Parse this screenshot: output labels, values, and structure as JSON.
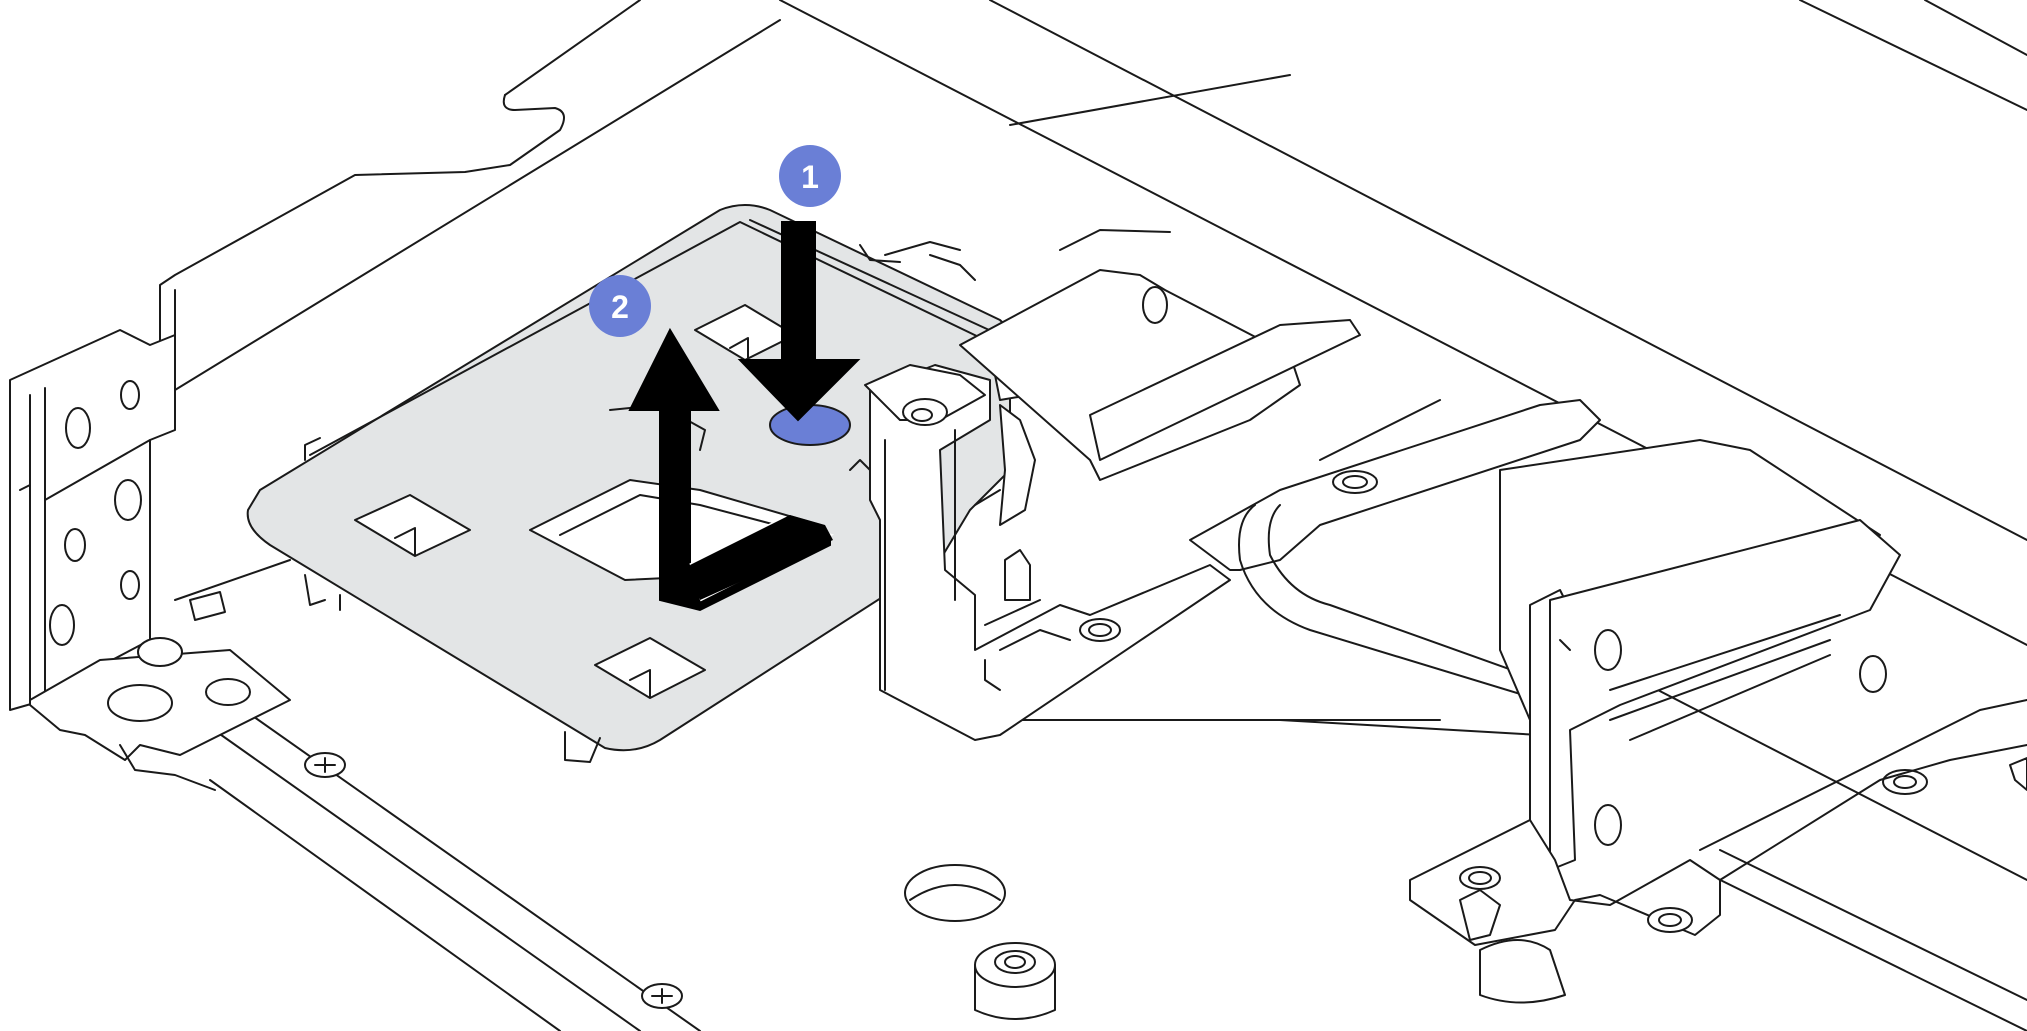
{
  "colors": {
    "callout_fill": "#6a7fd6",
    "callout_text": "#ffffff",
    "arrow": "#000000",
    "highlight_part": "#e3e5e6",
    "release_pin": "#6a7fd6",
    "line": "#1a1a1a",
    "background": "#ffffff"
  },
  "callouts": [
    {
      "label": "1",
      "action": "press"
    },
    {
      "label": "2",
      "action": "slide-and-lift"
    }
  ],
  "icons": {
    "press_arrow": "arrow-down-icon",
    "lift_arrow": "arrow-up-l-icon",
    "screw": "phillips-screw-icon"
  }
}
